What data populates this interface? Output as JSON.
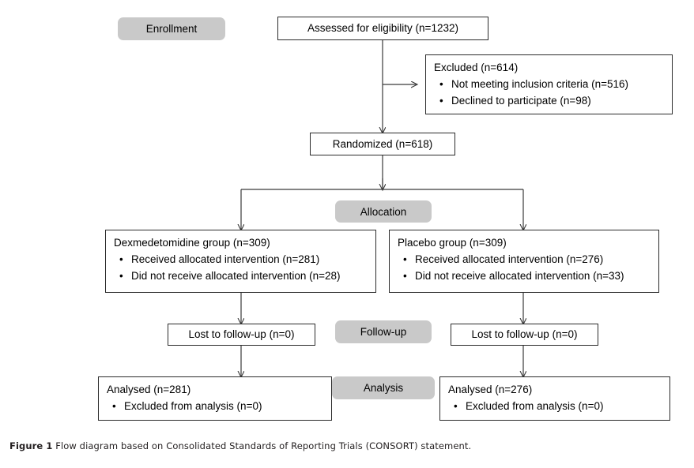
{
  "figure": {
    "number_label": "Figure 1",
    "caption": "Flow diagram based on Consolidated Standards of Reporting Trials (CONSORT) statement."
  },
  "stages": {
    "enrollment": "Enrollment",
    "allocation": "Allocation",
    "followup": "Follow-up",
    "analysis": "Analysis"
  },
  "nodes": {
    "assessed": "Assessed for eligibility (n=1232)",
    "excluded": {
      "head": "Excluded (n=614)",
      "items": [
        "Not meeting inclusion criteria (n=516)",
        "Declined to participate (n=98)"
      ]
    },
    "randomized": "Randomized (n=618)",
    "dex_alloc": {
      "head": "Dexmedetomidine group (n=309)",
      "items": [
        "Received allocated intervention (n=281)",
        "Did not receive allocated intervention (n=28)"
      ]
    },
    "placebo_alloc": {
      "head": "Placebo group (n=309)",
      "items": [
        "Received allocated intervention (n=276)",
        "Did not receive allocated intervention (n=33)"
      ]
    },
    "dex_followup": "Lost to follow-up (n=0)",
    "placebo_followup": "Lost to follow-up (n=0)",
    "dex_analysis": {
      "head": "Analysed (n=281)",
      "items": [
        "Excluded from analysis (n=0)"
      ]
    },
    "placebo_analysis": {
      "head": "Analysed (n=276)",
      "items": [
        "Excluded from analysis (n=0)"
      ]
    }
  },
  "bullet_glyph": "•",
  "colors": {
    "badge_gray": "#c9c9c9",
    "box_border": "#2b2b2b",
    "line": "#3a3a3a",
    "background": "#ffffff",
    "caption_text": "#231f20"
  },
  "chart_data": {
    "type": "diagram",
    "diagram_kind": "CONSORT participant flow",
    "title": "Flow diagram based on Consolidated Standards of Reporting Trials (CONSORT) statement.",
    "stages": [
      "Enrollment",
      "Allocation",
      "Follow-up",
      "Analysis"
    ],
    "nodes": [
      {
        "id": "assessed",
        "stage": "Enrollment",
        "label": "Assessed for eligibility",
        "n": 1232
      },
      {
        "id": "excluded",
        "stage": "Enrollment",
        "label": "Excluded",
        "n": 614,
        "children": [
          {
            "label": "Not meeting inclusion criteria",
            "n": 516
          },
          {
            "label": "Declined to participate",
            "n": 98
          }
        ]
      },
      {
        "id": "randomized",
        "stage": "Enrollment",
        "label": "Randomized",
        "n": 618
      },
      {
        "id": "dex_alloc",
        "stage": "Allocation",
        "label": "Dexmedetomidine group",
        "n": 309,
        "children": [
          {
            "label": "Received allocated intervention",
            "n": 281
          },
          {
            "label": "Did not receive allocated intervention",
            "n": 28
          }
        ]
      },
      {
        "id": "placebo_alloc",
        "stage": "Allocation",
        "label": "Placebo group",
        "n": 309,
        "children": [
          {
            "label": "Received allocated intervention",
            "n": 276
          },
          {
            "label": "Did not receive allocated intervention",
            "n": 33
          }
        ]
      },
      {
        "id": "dex_followup",
        "stage": "Follow-up",
        "label": "Lost to follow-up",
        "n": 0
      },
      {
        "id": "placebo_followup",
        "stage": "Follow-up",
        "label": "Lost to follow-up",
        "n": 0
      },
      {
        "id": "dex_analysis",
        "stage": "Analysis",
        "label": "Analysed",
        "n": 281,
        "children": [
          {
            "label": "Excluded from analysis",
            "n": 0
          }
        ]
      },
      {
        "id": "placebo_analysis",
        "stage": "Analysis",
        "label": "Analysed",
        "n": 276,
        "children": [
          {
            "label": "Excluded from analysis",
            "n": 0
          }
        ]
      }
    ],
    "edges": [
      {
        "from": "assessed",
        "to": "excluded"
      },
      {
        "from": "assessed",
        "to": "randomized"
      },
      {
        "from": "randomized",
        "to": "dex_alloc"
      },
      {
        "from": "randomized",
        "to": "placebo_alloc"
      },
      {
        "from": "dex_alloc",
        "to": "dex_followup"
      },
      {
        "from": "placebo_alloc",
        "to": "placebo_followup"
      },
      {
        "from": "dex_followup",
        "to": "dex_analysis"
      },
      {
        "from": "placebo_followup",
        "to": "placebo_analysis"
      }
    ]
  }
}
